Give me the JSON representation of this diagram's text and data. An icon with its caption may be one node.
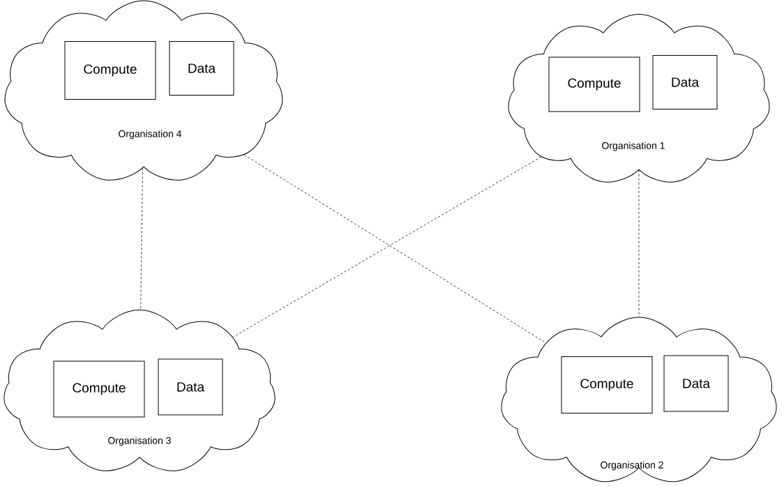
{
  "diagram": {
    "nodes": [
      {
        "text": [
          "Organisation 4"
        ]
      },
      {
        "text": [
          "Compute"
        ],
        "in": 0
      },
      {
        "text": [
          "Data"
        ],
        "in": 0
      },
      {
        "text": [
          "Organisation 1"
        ]
      },
      {
        "text": [
          "Compute"
        ],
        "in": 3
      },
      {
        "text": [
          "Data"
        ],
        "in": 3
      },
      {
        "text": [
          "Organisation 3"
        ]
      },
      {
        "text": [
          "Compute"
        ],
        "in": 6
      },
      {
        "text": [
          "Data"
        ],
        "in": 6
      },
      {
        "text": [
          "Organisation 2"
        ]
      },
      {
        "text": [
          "Compute"
        ],
        "in": 9
      },
      {
        "text": [
          "Data"
        ],
        "in": 9
      }
    ],
    "edges": [
      {
        "from": 0,
        "to": 6,
        "arrow": "none",
        "style": "dashed"
      },
      {
        "from": 0,
        "to": 9,
        "arrow": "none",
        "style": "dashed"
      },
      {
        "from": 3,
        "to": 6,
        "arrow": "none",
        "style": "dashed"
      },
      {
        "from": 3,
        "to": 9,
        "arrow": "none",
        "style": "dashed"
      }
    ]
  }
}
